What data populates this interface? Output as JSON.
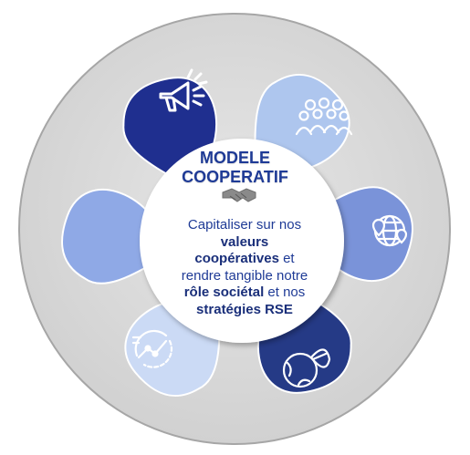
{
  "title_line1": "MODELE",
  "title_line2": "COOPERATIF",
  "description": {
    "l1": "Capitaliser sur nos",
    "l2": "valeurs",
    "l3a": "coopératives",
    "l3b": " et",
    "l4": "rendre tangible notre",
    "l5a": "rôle sociétal",
    "l5b": " et nos",
    "l6": "stratégies RSE"
  },
  "petals": [
    {
      "icon": "megaphone-icon",
      "color": "#1f2f8f"
    },
    {
      "icon": "team-icon",
      "color": "#aec6ee"
    },
    {
      "icon": "globe-pin-icon",
      "color": "#7a93d9"
    },
    {
      "icon": "earth-leaf-icon",
      "color": "#253a86"
    },
    {
      "icon": "analytics-icon",
      "color": "#cbdaf5"
    },
    {
      "icon": "",
      "color": "#8fa9e6"
    }
  ],
  "colors": {
    "ring": "#d5d5d5",
    "ring_border": "#a6a6a6",
    "title": "#1f3b96"
  }
}
